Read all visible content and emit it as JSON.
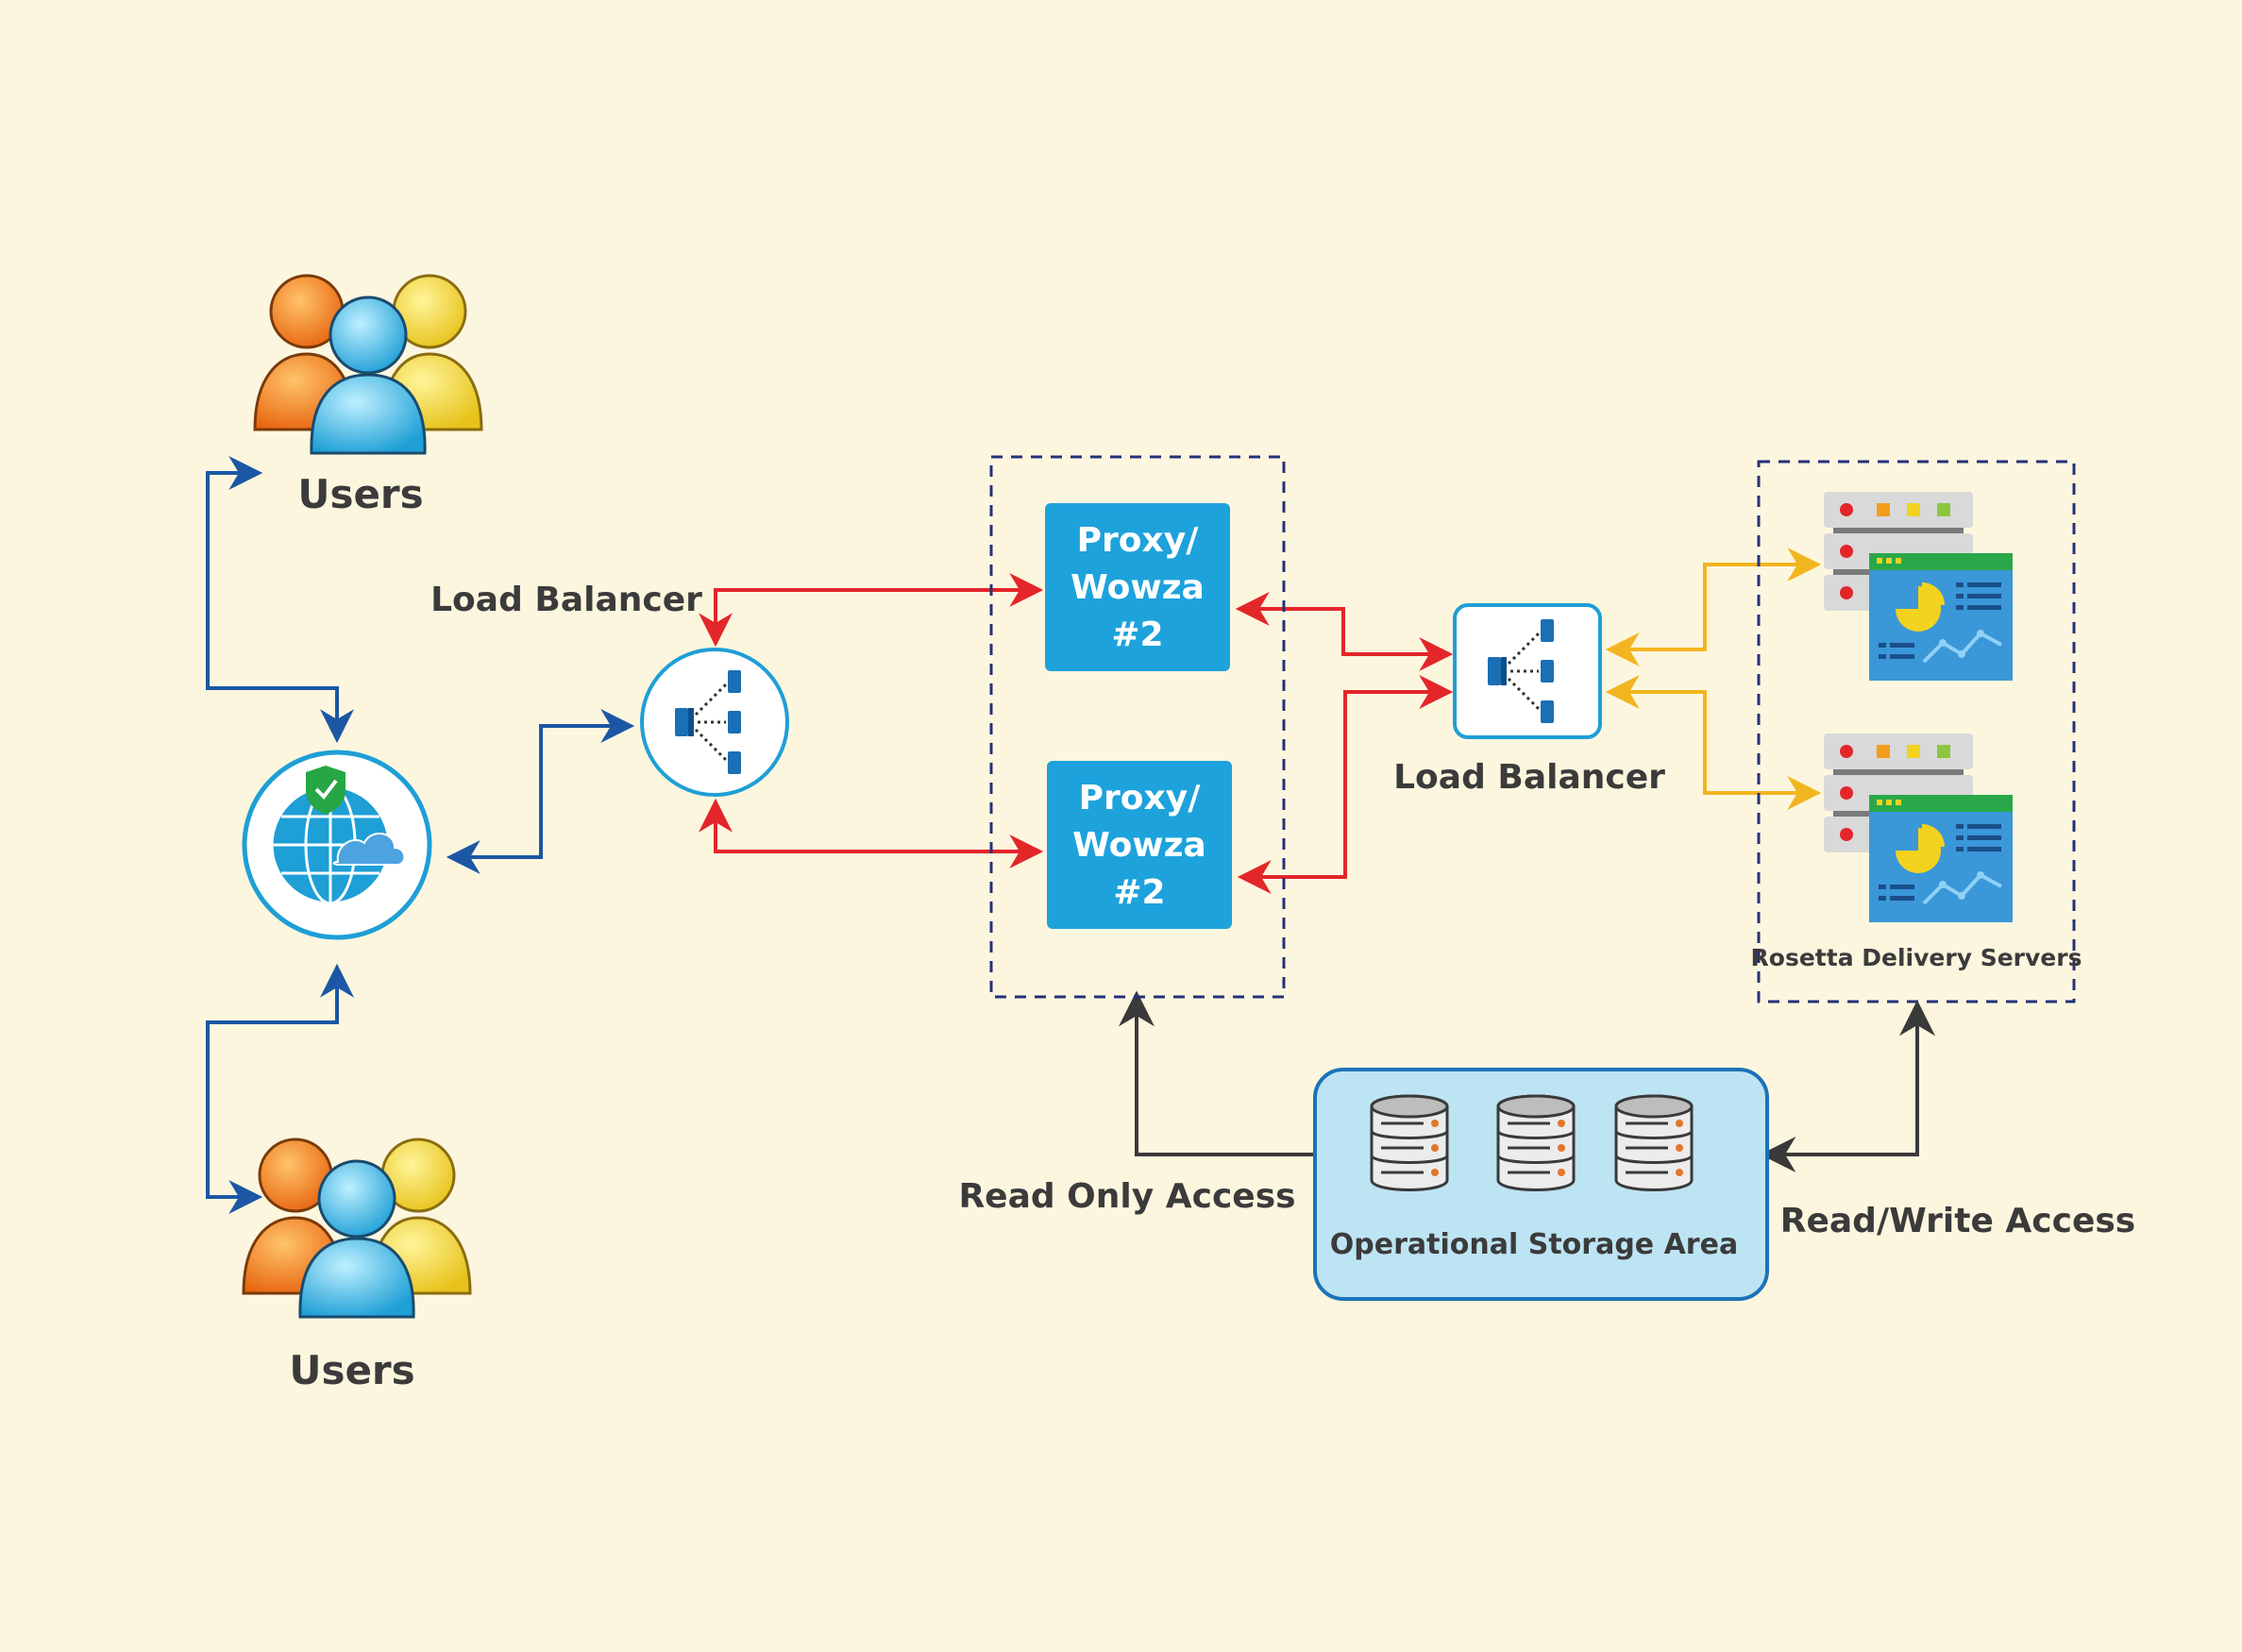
{
  "users_top": {
    "label": "Users"
  },
  "users_bottom": {
    "label": "Users"
  },
  "load_balancer_left": {
    "label": "Load Balancer"
  },
  "proxy_top": {
    "lines": [
      "Proxy/",
      "Wowza",
      "#2"
    ]
  },
  "proxy_bottom": {
    "lines": [
      "Proxy/",
      "Wowza",
      "#2"
    ]
  },
  "load_balancer_right": {
    "label": "Load Balancer"
  },
  "delivery_servers": {
    "label": "Rosetta Delivery Servers"
  },
  "storage": {
    "label": "Operational Storage Area"
  },
  "access_read_only": {
    "label": "Read Only Access"
  },
  "access_read_write": {
    "label": "Read/Write Access"
  },
  "colors": {
    "background": "#fdf6df",
    "proxy_box": "#1ea2db",
    "arrow_blue": "#1b57a5",
    "arrow_red": "#e3262a",
    "arrow_yellow": "#f2b51f",
    "arrow_dark": "#3a3a3a",
    "storage_fill": "#bde4f3",
    "storage_border": "#1e72b8",
    "dashed_border": "#25317a"
  },
  "icons": [
    "users-group-icon",
    "globe-cloud-shield-icon",
    "load-balancer-icon",
    "server-dashboard-icon",
    "database-icon"
  ]
}
